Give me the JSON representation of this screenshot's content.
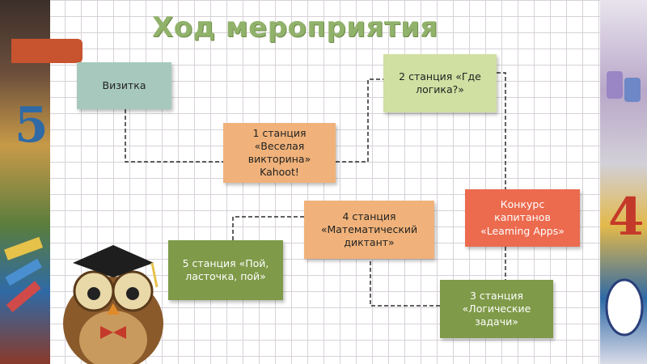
{
  "title": "Ход мероприятия",
  "colors": {
    "title": "#91b26a",
    "accent_bar": "#c8532f",
    "node_vizitka": "#a7c9bd",
    "node_station1": "#f0b27a",
    "node_station2": "#cfe0a2",
    "node_station4": "#f0b27a",
    "node_station5": "#7f9a48",
    "node_konkurs": "#ec6a4e",
    "node_station3": "#7f9a48",
    "grid_line": "#d7d2d8"
  },
  "nodes": [
    {
      "id": "vizitka",
      "label": "Визитка"
    },
    {
      "id": "station1",
      "label": "1 станция\n«Веселая\nвикторина»\nKahoot!"
    },
    {
      "id": "station2",
      "label": "2 станция «Где\nлогика?»"
    },
    {
      "id": "konkurs",
      "label": "Конкурс\nкапитанов\n«Leaming Apps»"
    },
    {
      "id": "station3",
      "label": "3 станция\n«Логические\nзадачи»"
    },
    {
      "id": "station4",
      "label": "4 станция\n«Математический\nдиктант»"
    },
    {
      "id": "station5",
      "label": "5 станция «Пой,\nласточка, пой»"
    }
  ],
  "edges": [
    {
      "from": "vizitka",
      "to": "station1"
    },
    {
      "from": "station1",
      "to": "station2"
    },
    {
      "from": "station2",
      "to": "konkurs"
    },
    {
      "from": "konkurs",
      "to": "station3"
    },
    {
      "from": "station3",
      "to": "station4"
    },
    {
      "from": "station4",
      "to": "station5"
    }
  ],
  "decorations": [
    "owl-mascot",
    "pencils",
    "numeral-5",
    "numeral-4",
    "paint-cans",
    "cartoon-character"
  ]
}
